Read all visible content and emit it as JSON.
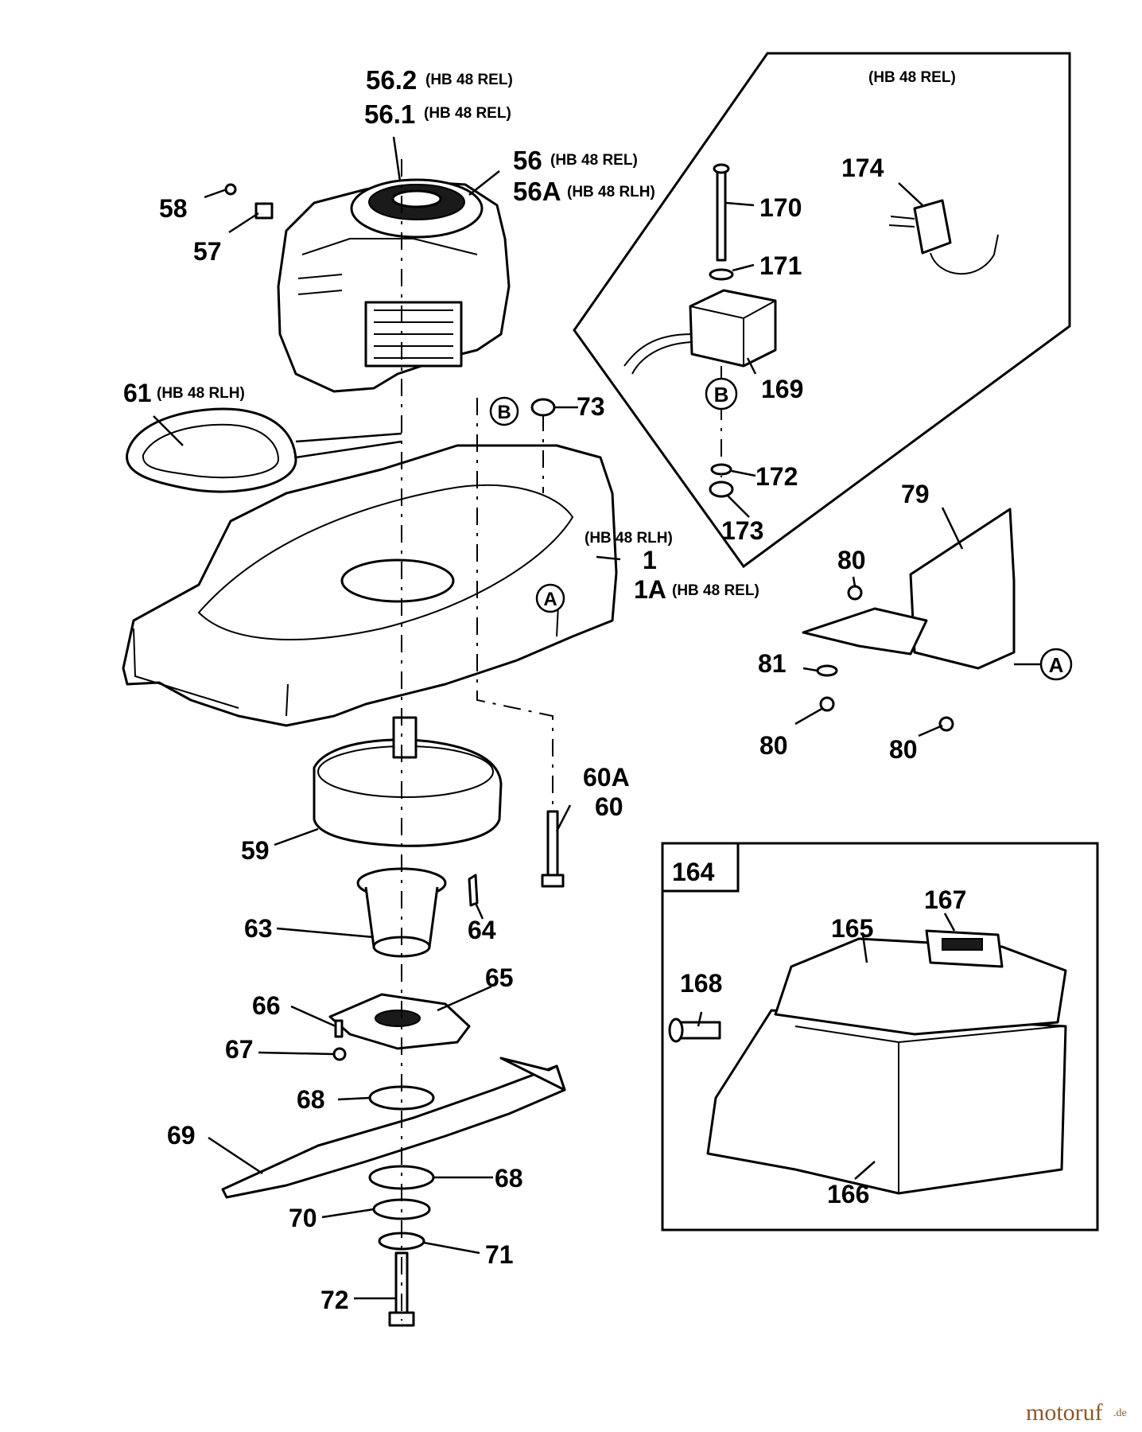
{
  "diagram": {
    "model_notes": {
      "rel": "(HB 48 REL)",
      "rlh": "(HB 48 RLH)"
    },
    "labels": {
      "p56_2": "56.2",
      "p56_1": "56.1",
      "p56": "56",
      "p56A": "56A",
      "p58": "58",
      "p57": "57",
      "p61": "61",
      "p73": "73",
      "pB1": "B",
      "pB2": "B",
      "pA1": "A",
      "pA2": "A",
      "p1": "1",
      "p1A": "1A",
      "p59": "59",
      "p60A": "60A",
      "p60": "60",
      "p63": "63",
      "p64": "64",
      "p65": "65",
      "p66": "66",
      "p67": "67",
      "p68a": "68",
      "p68b": "68",
      "p69": "69",
      "p70": "70",
      "p71": "71",
      "p72": "72",
      "p170": "170",
      "p171": "171",
      "p169": "169",
      "p172": "172",
      "p173": "173",
      "p174": "174",
      "p79": "79",
      "p80a": "80",
      "p80b": "80",
      "p80c": "80",
      "p81": "81",
      "p164": "164",
      "p165": "165",
      "p166": "166",
      "p167": "167",
      "p168": "168"
    },
    "watermark": {
      "brand": "motoruf",
      "suffix": ".de"
    }
  }
}
